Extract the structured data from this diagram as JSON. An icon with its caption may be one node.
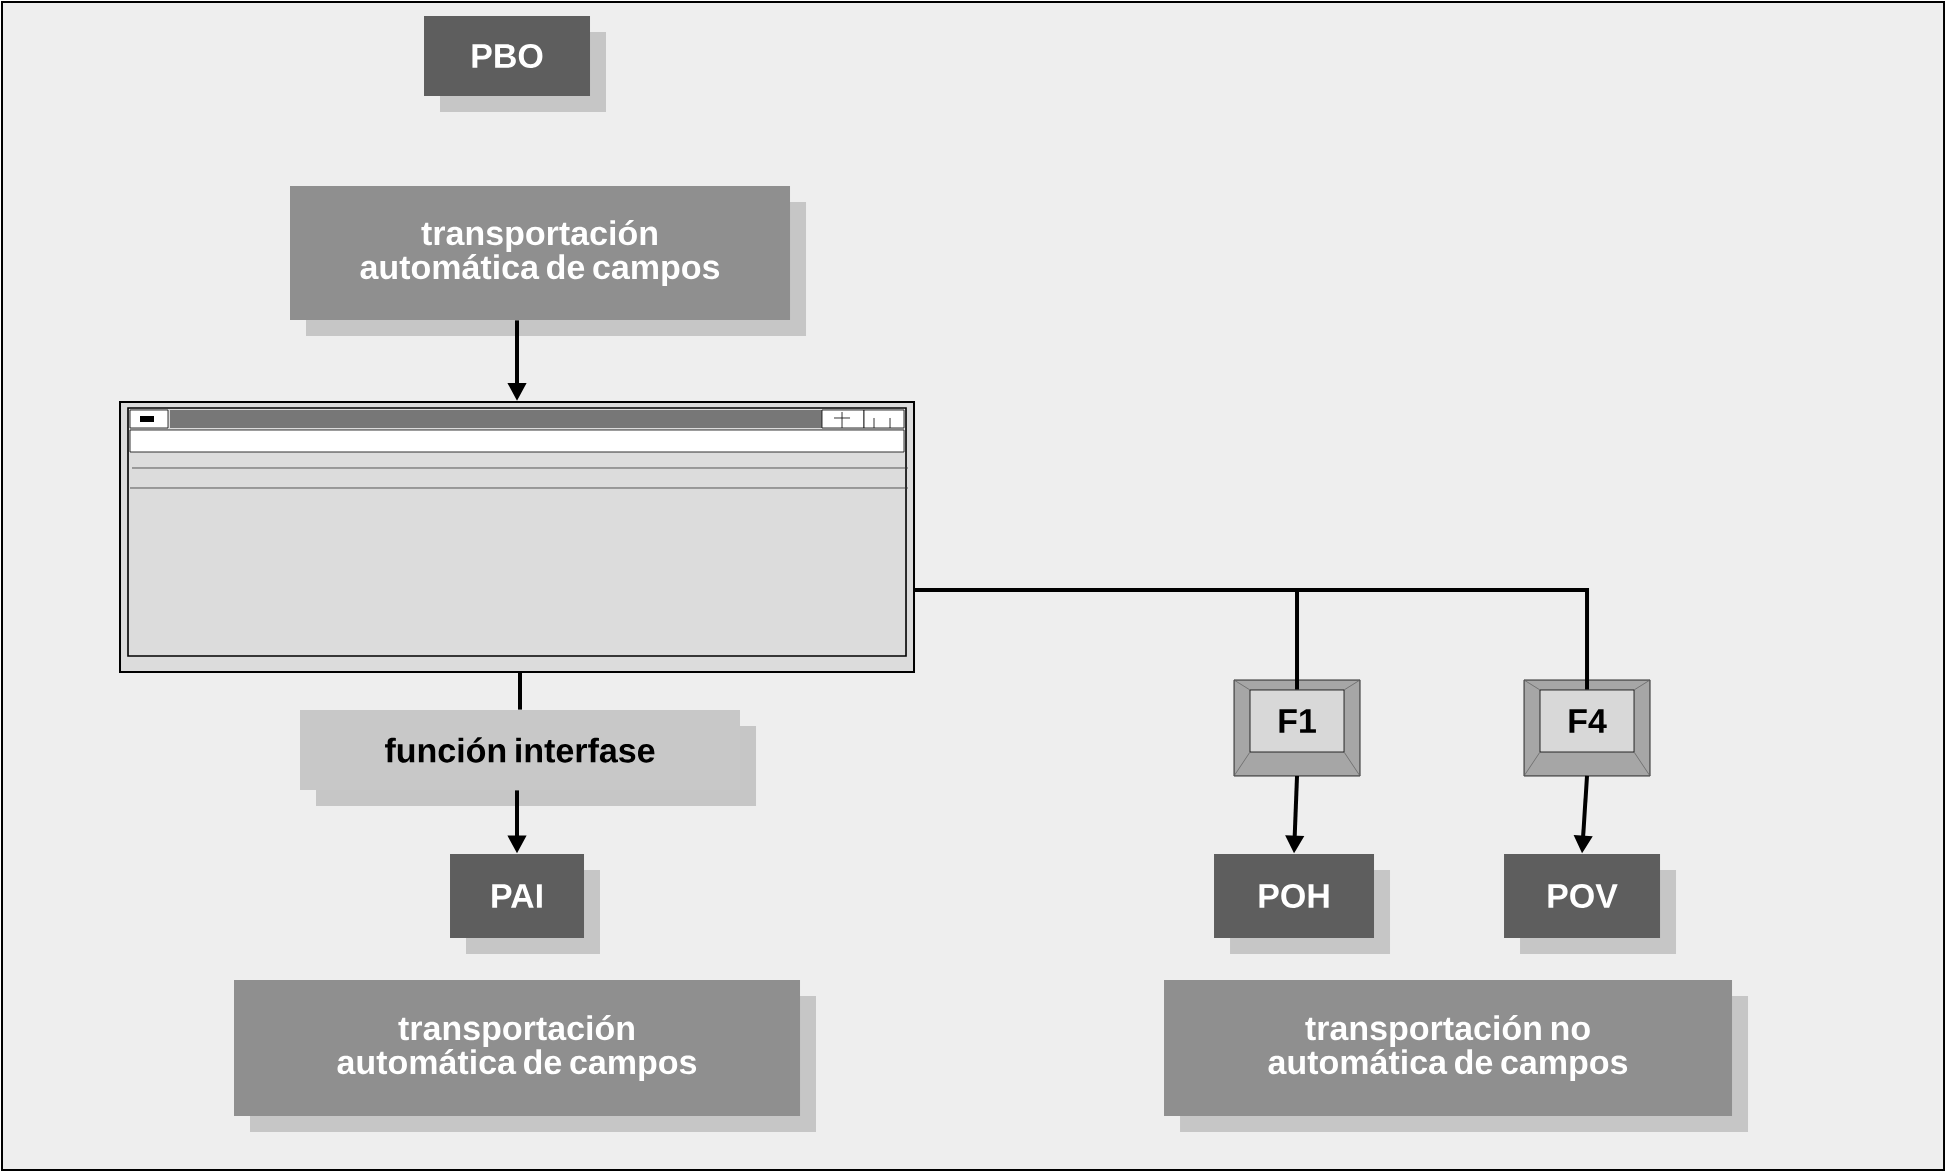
{
  "diagram": {
    "nodes": [
      {
        "text": [
          "PBO"
        ]
      },
      {
        "text": [
          "transportación automática de campos"
        ]
      },
      {
        "text": [],
        "shape": "picture"
      },
      {
        "text": [
          "función interfase"
        ]
      },
      {
        "text": [
          "PAI"
        ]
      },
      {
        "text": [
          "F1"
        ]
      },
      {
        "text": [
          "F4"
        ]
      },
      {
        "text": [
          "POH"
        ]
      },
      {
        "text": [
          "POV"
        ]
      },
      {
        "text": [
          "transportación automática de campos"
        ]
      },
      {
        "text": [
          "transportación no automática de campos"
        ]
      }
    ],
    "edges": [
      {
        "from": 1,
        "to": 2,
        "arrow": "to"
      },
      {
        "from": 2,
        "to": 3,
        "arrow": "none"
      },
      {
        "from": 3,
        "to": 4,
        "arrow": "to"
      },
      {
        "from": 2,
        "to": 5,
        "arrow": "none"
      },
      {
        "from": 2,
        "to": 6,
        "arrow": "none"
      },
      {
        "from": 5,
        "to": 7,
        "arrow": "to"
      },
      {
        "from": 6,
        "to": 8,
        "arrow": "to"
      }
    ]
  }
}
